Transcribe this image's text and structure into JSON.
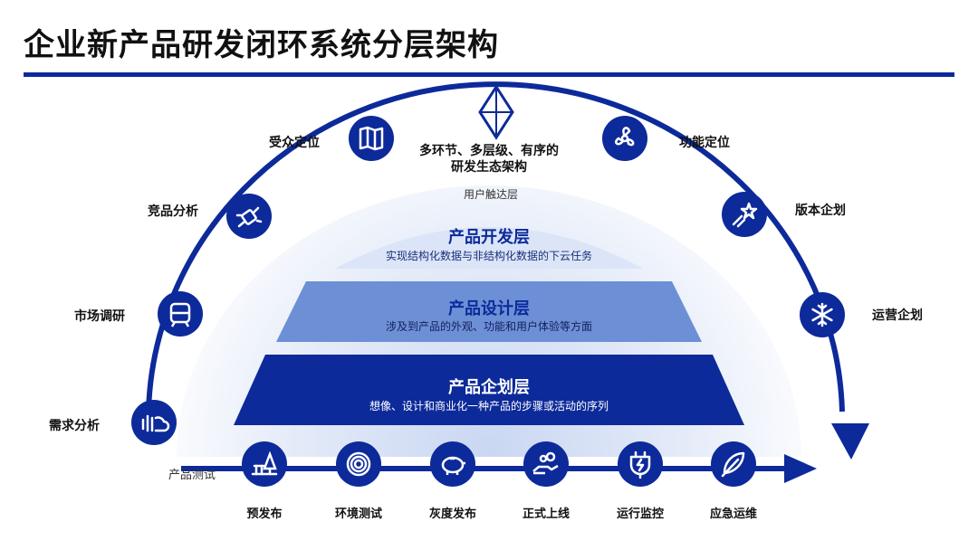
{
  "title": "企业新产品研发闭环系统分层架构",
  "center": {
    "line1": "多环节、多层级、有序的",
    "line2": "研发生态架构",
    "sub": "用户触达层"
  },
  "tiers": [
    {
      "title": "产品开发层",
      "desc": "实现结构化数据与非结构化数据的下云任务"
    },
    {
      "title": "产品设计层",
      "desc": "涉及到产品的外观、功能和用户体验等方面"
    },
    {
      "title": "产品企划层",
      "desc": "想像、设计和商业化一种产品的步骤或活动的序列"
    }
  ],
  "arc_left": [
    {
      "label": "需求分析",
      "icon": "sound-wave-cloud-icon"
    },
    {
      "label": "市场调研",
      "icon": "train-icon"
    },
    {
      "label": "竞品分析",
      "icon": "plug-icon"
    },
    {
      "label": "受众定位",
      "icon": "map-icon"
    }
  ],
  "arc_right": [
    {
      "label": "功能定位",
      "icon": "fan-icon"
    },
    {
      "label": "版本企划",
      "icon": "shooting-star-icon"
    },
    {
      "label": "运营企划",
      "icon": "snowflake-icon"
    }
  ],
  "bottom_start_label": "产品测试",
  "bottom": [
    {
      "label": "预发布",
      "icon": "tree-bench-icon"
    },
    {
      "label": "环境测试",
      "icon": "spiral-icon"
    },
    {
      "label": "灰度发布",
      "icon": "piggy-bank-icon"
    },
    {
      "label": "正式上线",
      "icon": "hand-coins-icon"
    },
    {
      "label": "运行监控",
      "icon": "power-plug-icon"
    },
    {
      "label": "应急运维",
      "icon": "feather-icon"
    }
  ],
  "colors": {
    "primary": "#0d2a9a",
    "mid": "#6d8fd6",
    "light": "#c9d7f2"
  }
}
